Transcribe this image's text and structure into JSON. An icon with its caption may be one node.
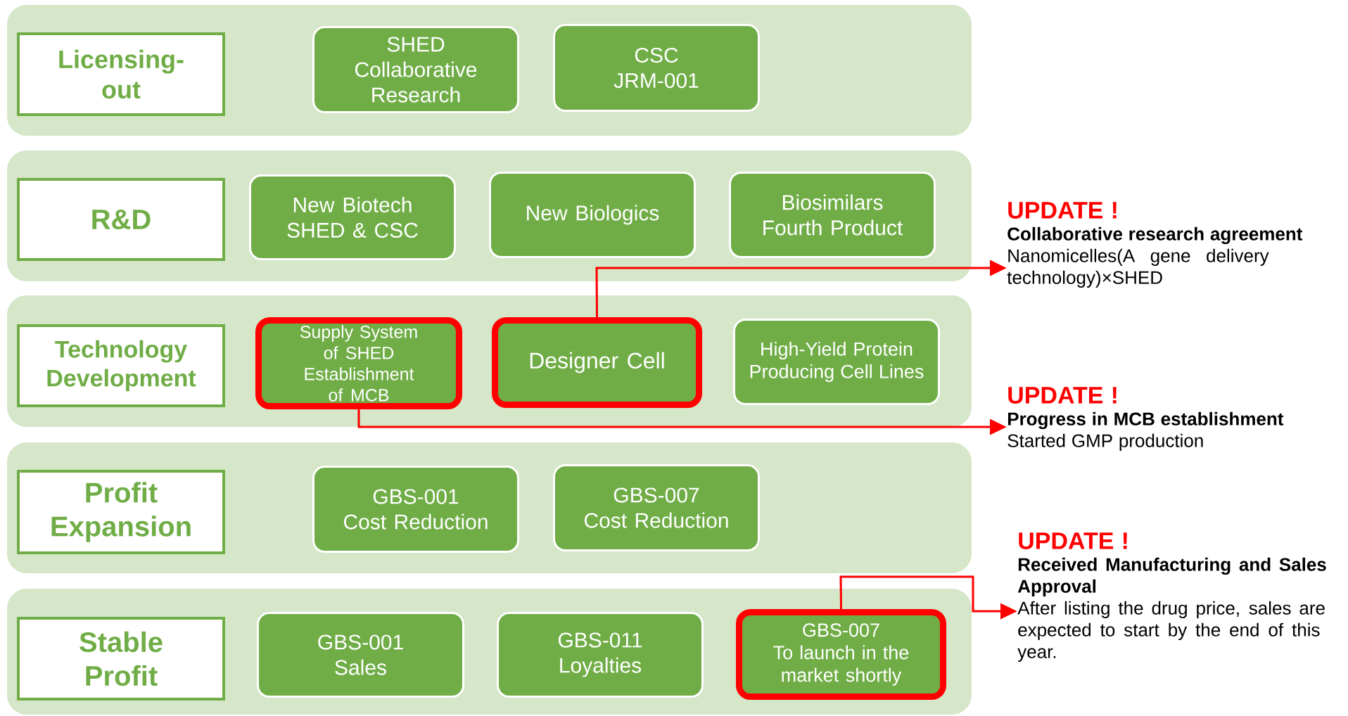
{
  "diagram": {
    "nodes": [
      {
        "text": [],
        "shape": "band"
      },
      {
        "text": [
          "Licensing-out"
        ],
        "in": 0
      },
      {
        "text": [
          "SHED Collaborative Research"
        ],
        "in": 0
      },
      {
        "text": [
          "CSC",
          "JRM-001"
        ],
        "in": 0
      },
      {
        "text": [],
        "shape": "band"
      },
      {
        "text": [
          "R&D"
        ],
        "in": 4
      },
      {
        "text": [
          "New Biotech",
          "SHED & CSC"
        ],
        "in": 4
      },
      {
        "text": [
          "New Biologics"
        ],
        "in": 4
      },
      {
        "text": [
          "Biosimilars",
          "Fourth Product"
        ],
        "in": 4
      },
      {
        "text": [],
        "shape": "band"
      },
      {
        "text": [
          "Technology Development"
        ],
        "in": 9
      },
      {
        "text": [
          "Supply System of SHED Establishment of MCB"
        ],
        "in": 9
      },
      {
        "text": [
          "Designer Cell"
        ],
        "in": 9
      },
      {
        "text": [
          "High-Yield Protein Producing Cell Lines"
        ],
        "in": 9
      },
      {
        "text": [],
        "shape": "band"
      },
      {
        "text": [
          "Profit Expansion"
        ],
        "in": 14
      },
      {
        "text": [
          "GBS-001",
          "Cost Reduction"
        ],
        "in": 14
      },
      {
        "text": [
          "GBS-007",
          "Cost Reduction"
        ],
        "in": 14
      },
      {
        "text": [],
        "shape": "band"
      },
      {
        "text": [
          "Stable Profit"
        ],
        "in": 18
      },
      {
        "text": [
          "GBS-001",
          "Sales"
        ],
        "in": 18
      },
      {
        "text": [
          "GBS-011",
          "Loyalties"
        ],
        "in": 18
      },
      {
        "text": [
          "GBS-007",
          "To launch in the market shortly"
        ],
        "in": 18
      },
      {
        "text": [
          "UPDATE !",
          "Collaborative research agreement",
          "Nanomicelles(A gene delivery technology)×SHED"
        ]
      },
      {
        "text": [
          "UPDATE !",
          "Progress in MCB establishment",
          "Started GMP production"
        ]
      },
      {
        "text": [
          "UPDATE !",
          "Received Manufacturing and Sales Approval",
          "After listing the drug price, sales are expected to start by the end of this year."
        ]
      }
    ],
    "edges": [
      {
        "from": 12,
        "to": 23,
        "arrow": "to"
      },
      {
        "from": 11,
        "to": 24,
        "arrow": "to"
      },
      {
        "from": 22,
        "to": 25,
        "arrow": "to"
      }
    ]
  }
}
